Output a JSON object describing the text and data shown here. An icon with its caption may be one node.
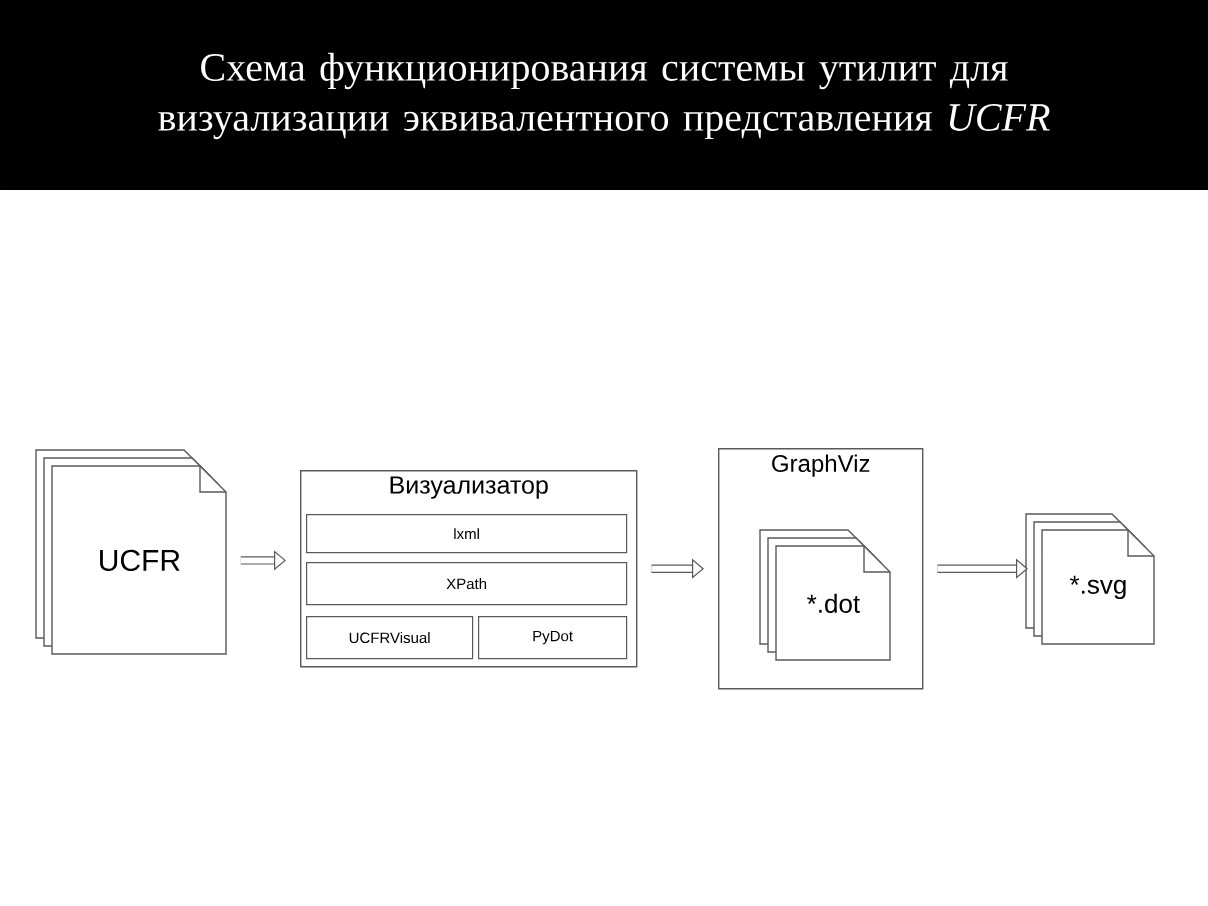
{
  "diagram": {
    "title": "Схема функционирования системы утилит для визуализации эквивалентного представления *UCFR*",
    "nodes": [
      {
        "text": [
          "UCFR"
        ]
      },
      {
        "text": [
          "Визуализатор"
        ]
      },
      {
        "text": [
          "lxml"
        ],
        "in": 1
      },
      {
        "text": [
          "XPath"
        ],
        "in": 1
      },
      {
        "text": [
          "UCFRVisual"
        ],
        "in": 1
      },
      {
        "text": [
          "PyDot"
        ],
        "in": 1
      },
      {
        "text": [
          "GraphViz"
        ]
      },
      {
        "text": [
          "*.dot"
        ],
        "in": 6
      },
      {
        "text": [
          "*.svg"
        ]
      }
    ],
    "edges": [
      {
        "from": 0,
        "to": 1,
        "arrow": "to"
      },
      {
        "from": 1,
        "to": 6,
        "arrow": "to"
      },
      {
        "from": 6,
        "to": 8,
        "arrow": "to"
      }
    ]
  }
}
